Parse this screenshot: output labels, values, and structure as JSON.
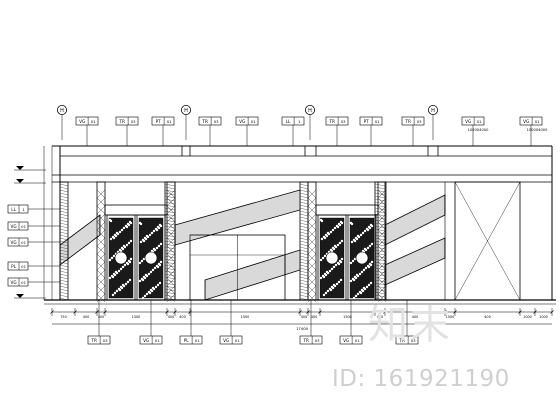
{
  "drawing": {
    "grid_axes": [
      "H",
      "H",
      "H",
      "H"
    ],
    "top_tags": [
      {
        "code": "VG",
        "num": "01"
      },
      {
        "code": "TR",
        "num": "03"
      },
      {
        "code": "PT",
        "num": "01"
      },
      {
        "code": "TR",
        "num": "03"
      },
      {
        "code": "VG",
        "num": "01"
      },
      {
        "code": "LL",
        "num": "1"
      },
      {
        "code": "TR",
        "num": "03"
      },
      {
        "code": "PT",
        "num": "01"
      },
      {
        "code": "TR",
        "num": "03"
      },
      {
        "code": "VG",
        "num": "01"
      },
      {
        "code": "VG",
        "num": "01"
      }
    ],
    "left_tags": [
      {
        "code": "LL",
        "num": "1"
      },
      {
        "code": "VG",
        "num": "01"
      },
      {
        "code": "VG",
        "num": "01"
      },
      {
        "code": "PL",
        "num": "01"
      },
      {
        "code": "VG",
        "num": "01"
      }
    ],
    "bottom_tags": [
      {
        "code": "TR",
        "num": "03"
      },
      {
        "code": "VG",
        "num": "01"
      },
      {
        "code": "PL",
        "num": "01"
      },
      {
        "code": "VG",
        "num": "01"
      },
      {
        "code": "TR",
        "num": "03"
      },
      {
        "code": "VG",
        "num": "01"
      },
      {
        "code": "TR",
        "num": "03"
      }
    ],
    "dimensions": [
      "750",
      "400",
      "400",
      "1500",
      "400",
      "400",
      "1500",
      "400",
      "400",
      "1500",
      "400",
      "400",
      "1500",
      "400",
      "1000",
      "1000"
    ],
    "total_dimension": "17400",
    "top_right_labels": [
      "1000X4000",
      "1000X4000"
    ]
  },
  "watermark": {
    "logo_text": "知末",
    "id_text": "ID: 161921190"
  }
}
